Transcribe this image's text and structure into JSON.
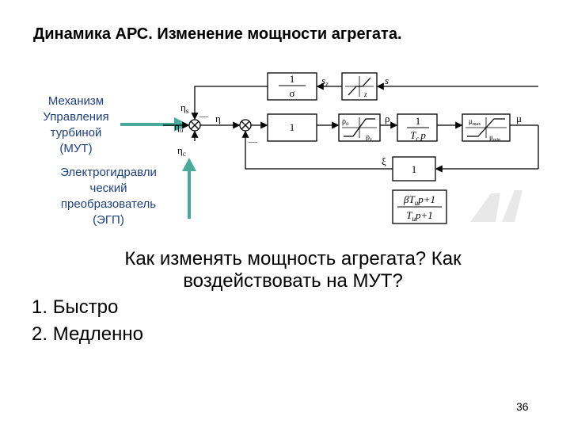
{
  "slide": {
    "title": "Динамика АРС. Изменение мощности агрегата.",
    "label_mut": [
      "Механизм",
      "Управления",
      "турбиной",
      "(МУТ)"
    ],
    "label_egp": [
      "Электрогидравли",
      "ческий",
      "преобразователь",
      "(ЭГП)"
    ],
    "question": "Как изменять мощность агрегата? Как воздействовать на МУТ?",
    "list": [
      "Быстро",
      "Медленно"
    ],
    "page_number": "36"
  },
  "diagram": {
    "signals": {
      "eta_s": "η",
      "eta_s_sub": "s",
      "eta_o": "η",
      "eta_o_sub": "o",
      "eta_c": "η",
      "eta_c_sub": "c",
      "eta": "η",
      "rho": "ρ",
      "mu": "μ",
      "xi": "ξ",
      "s": "s",
      "s_z": "s",
      "s_z_sub": "z",
      "minus_top": "—",
      "minus_bottom": "—"
    },
    "blocks": {
      "droop_num": "1",
      "droop_den": "σ",
      "deadzone_label": "z",
      "gain": "1",
      "sat_rho_top": "ρ",
      "sat_rho_top_sub": "o",
      "sat_rho_bottom": "ρ",
      "sat_rho_bottom_sub": "z",
      "servo_num": "1",
      "servo_den_T": "T",
      "servo_den_sub": "c",
      "servo_den_p": "p",
      "limit_top": "μ",
      "limit_top_sub": "max",
      "limit_bottom": "μ",
      "limit_bottom_sub": "min",
      "feedback_gain": "1",
      "lead_num_beta": "β",
      "lead_num_T": "T",
      "lead_num_sub": "и",
      "lead_num_rest": "p+1",
      "lead_den_T": "T",
      "lead_den_sub": "и",
      "lead_den_rest": "p+1"
    }
  },
  "colors": {
    "accent_text": "#1f3f7a",
    "arrow": "#4aaa9a",
    "watermark": "#e8e8e8"
  }
}
